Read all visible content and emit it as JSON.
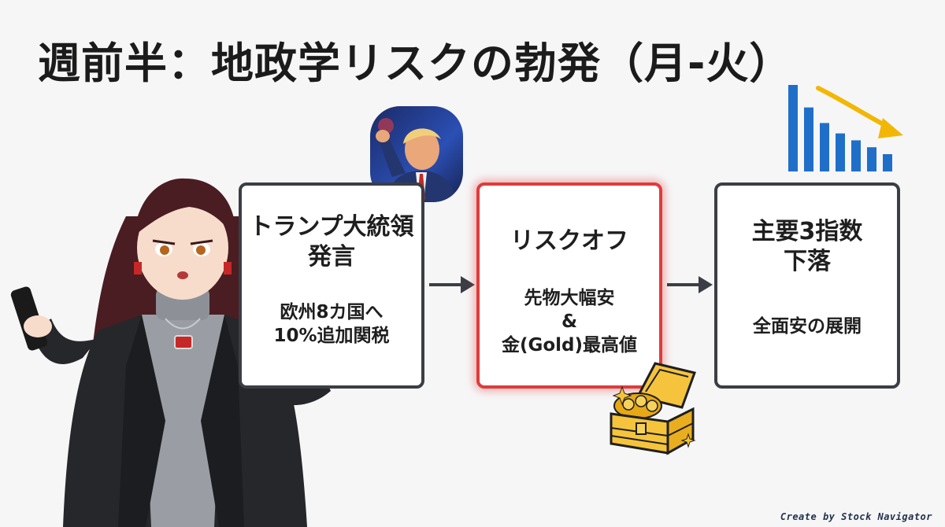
{
  "slide": {
    "title": "週前半：地政学リスクの勃発（月-火）"
  },
  "flow": [
    {
      "heading_lines": [
        "トランプ大統領",
        "発言"
      ],
      "body_lines": [
        "欧州8カ国へ",
        "10%追加関税"
      ]
    },
    {
      "heading_lines": [
        "リスクオフ"
      ],
      "body_lines": [
        "先物大幅安",
        "&",
        "金(Gold)最高値"
      ]
    },
    {
      "heading_lines": [
        "主要3指数",
        "下落"
      ],
      "body_lines": [
        "全面安の展開"
      ]
    }
  ],
  "decline_chart": {
    "bar_levels": [
      1.0,
      0.74,
      0.56,
      0.44,
      0.36,
      0.28,
      0.2
    ],
    "bar_color": "#1f6fc9",
    "trend_color": "#f2b705"
  },
  "footer": {
    "credit": "Create by Stock Navigator"
  },
  "colors": {
    "box_border": "#3b3e44",
    "highlight_border": "#e03b3b",
    "arrow": "#3b3e44",
    "gold": "#f2b705"
  },
  "icons": {
    "portrait": "politician-portrait-icon",
    "treasure": "treasure-chest-icon",
    "chart": "declining-bar-chart-icon",
    "character": "presenter-character-illustration"
  }
}
